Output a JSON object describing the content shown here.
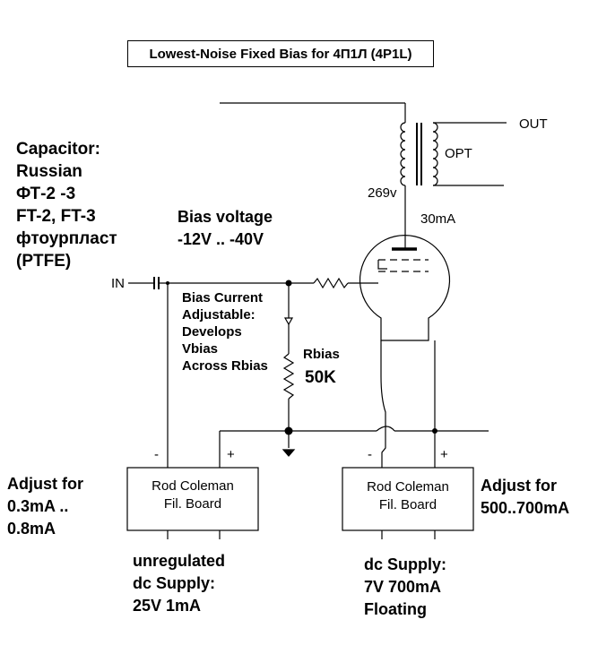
{
  "title": "Lowest-Noise Fixed Bias for 4П1Л (4P1L)",
  "capacitor_note": [
    "Capacitor:",
    "Russian",
    "ФТ-2 -3",
    "FT-2, FT-3",
    "фтоурпласт",
    "(PTFE)"
  ],
  "bias_voltage": [
    "Bias voltage",
    "-12V ..  -40V"
  ],
  "bias_current_note": [
    "Bias Current",
    "Adjustable:",
    "Develops",
    "Vbias",
    "Across Rbias"
  ],
  "rbias_label": "Rbias",
  "rbias_value": "50K",
  "labels": {
    "in": "IN",
    "out": "OUT",
    "opt": "OPT",
    "plate_voltage": "269v",
    "plate_current": "30mA",
    "minus": "-",
    "plus": "+"
  },
  "left_board": [
    "Rod Coleman",
    "Fil. Board"
  ],
  "right_board": [
    "Rod Coleman",
    "Fil. Board"
  ],
  "left_adjust": [
    "Adjust for",
    "0.3mA ..",
    "0.8mA"
  ],
  "right_adjust": [
    "Adjust for",
    "500..700mA"
  ],
  "left_supply": [
    "unregulated",
    "dc Supply:",
    "25V 1mA"
  ],
  "right_supply": [
    "dc Supply:",
    "7V 700mA",
    "Floating"
  ]
}
